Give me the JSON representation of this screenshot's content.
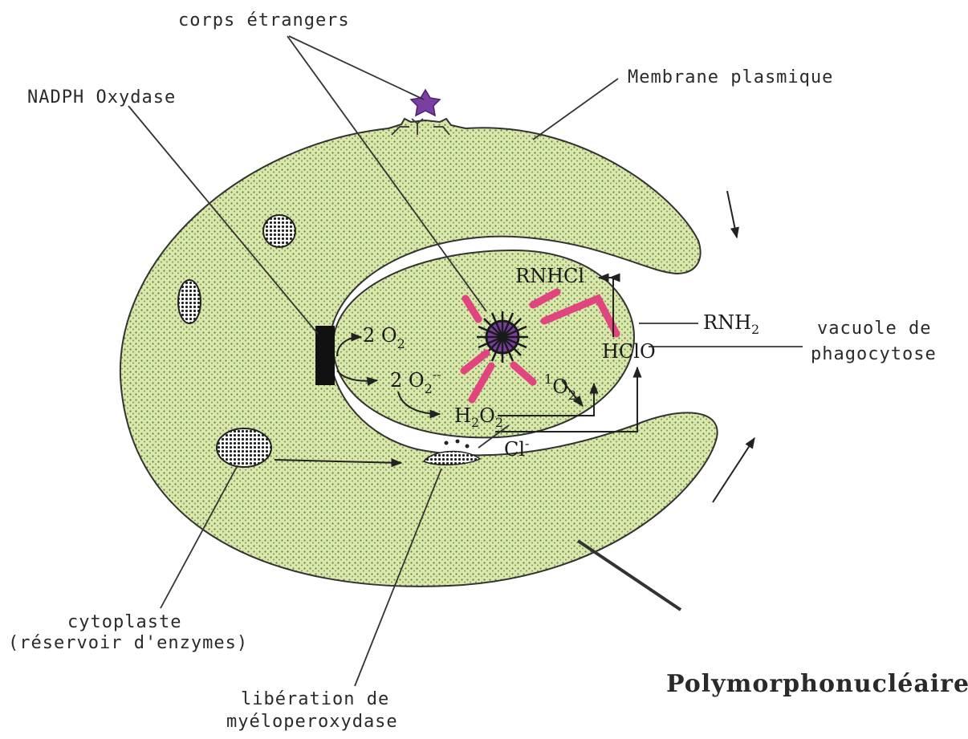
{
  "labels": {
    "corps_etrangers": "corps étrangers",
    "membrane": "Membrane plasmique",
    "nadph": "NADPH Oxydase",
    "vacuole_line1": "vacuole de",
    "vacuole_line2": "phagocytose",
    "cytoplaste_line1": "cytoplaste",
    "cytoplaste_line2": "(réservoir d'enzymes)",
    "liberation_line1": "libération de",
    "liberation_line2": "myéloperoxydase",
    "polymorpho": "Polymorphonucléaire"
  },
  "chemistry": {
    "o2_a": "2 O",
    "o2_a_sub": "2",
    "o2_b": "2 O",
    "o2_b_sub": "2",
    "o2_b_sup": "--",
    "o2_c": "O",
    "o2_c_sub": "2",
    "o2_c_sup": "1",
    "h2o2": "H",
    "h2o2_sub1": "2",
    "h2o2_mid": "O",
    "h2o2_sub2": "2",
    "cl": "Cl",
    "cl_sup": "-",
    "hclo": "HClO",
    "rnhcl": "RNHCl",
    "rnh2": "RNH",
    "rnh2_sub": "2"
  },
  "colors": {
    "cell_fill": "#dde6ab",
    "cell_dots": "#4a8a4a",
    "pink": "#e0457f",
    "particle": "#7a3fa0"
  }
}
